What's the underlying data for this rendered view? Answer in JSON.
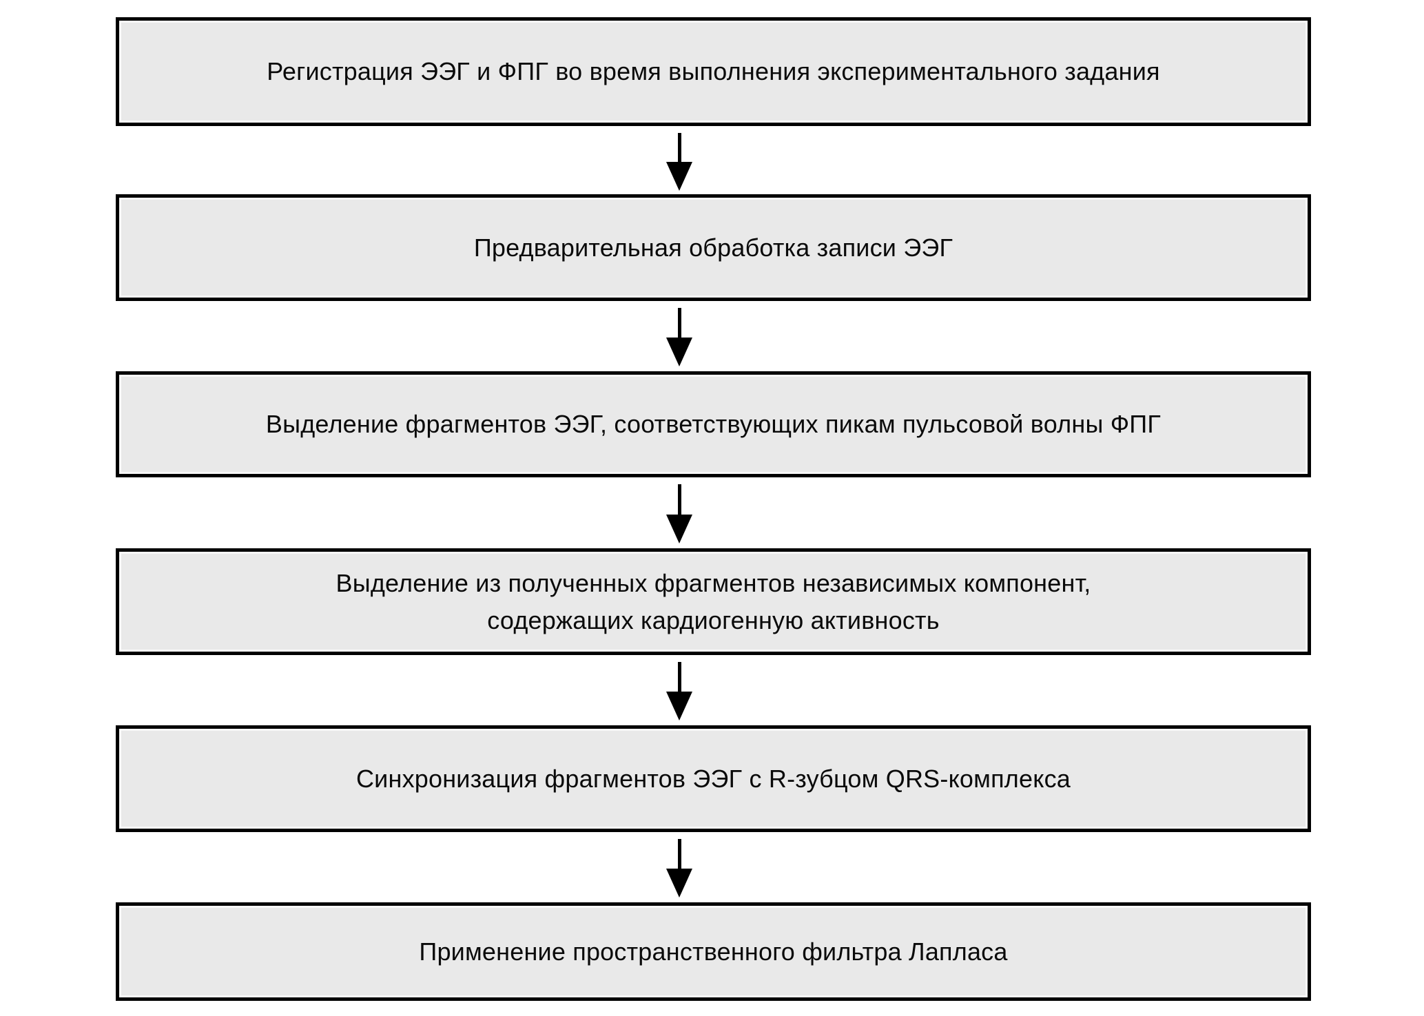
{
  "flowchart": {
    "steps": [
      {
        "lines": [
          "Регистрация ЭЭГ и ФПГ во время выполнения экспериментального задания"
        ]
      },
      {
        "lines": [
          "Предварительная обработка записи ЭЭГ"
        ]
      },
      {
        "lines": [
          "Выделение фрагментов ЭЭГ, соответствующих пикам пульсовой волны ФПГ"
        ]
      },
      {
        "lines": [
          "Выделение из полученных фрагментов независимых компонент,",
          "содержащих кардиогенную активность"
        ]
      },
      {
        "lines": [
          "Синхронизация фрагментов ЭЭГ с R-зубцом QRS-комплекса"
        ]
      },
      {
        "lines": [
          "Применение пространственного фильтра Лапласа"
        ]
      }
    ],
    "colors": {
      "background": "#ffffff",
      "box_fill": "#e9e9e9",
      "box_border": "#000000",
      "arrow": "#000000",
      "text": "#0a0a0a"
    }
  }
}
